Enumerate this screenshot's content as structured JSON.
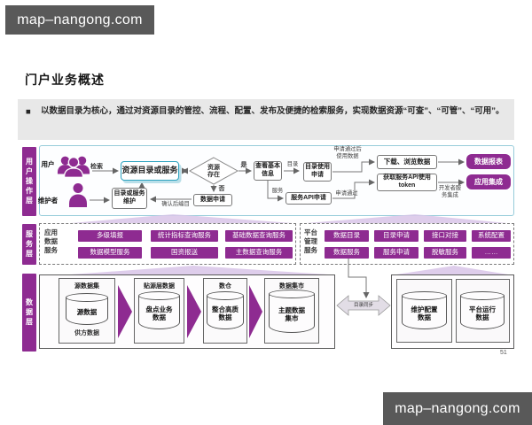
{
  "watermark": {
    "text": "map–nangong.com"
  },
  "slide": {
    "title": "门户业务概述",
    "bullet_marker": "■",
    "bullet": "以数据目录为核心，通过对资源目录的管控、流程、配置、发布及便捷的检索服务，实现数据资源“可查”、“可管”、“可用”。",
    "page_number": "51"
  },
  "layers": {
    "user": {
      "label": "用户操作层"
    },
    "service": {
      "label": "服务层"
    },
    "data": {
      "label": "数据层"
    }
  },
  "user_layer": {
    "actors": {
      "user": "用户",
      "maintainer": "维护者"
    },
    "nodes": {
      "resource_catalog": "资源目录或服务",
      "resource_exists": "资源存在",
      "view_basic_info": "查看基本信息",
      "catalog_use_apply": "目录使用申请",
      "download_browse": "下载、浏览数据",
      "get_token": "获取服务API使用token",
      "data_report": "数据报表",
      "app_integration": "应用集成",
      "data_apply": "数据申请",
      "service_api_apply": "服务API申请",
      "catalog_maintain": "目录或服务维护"
    },
    "edge_labels": {
      "search": "检索",
      "yes": "是",
      "no": "否",
      "catalog": "目录",
      "service": "服务",
      "approved_use": "申请通过后使用数据",
      "approved": "申请通过",
      "dev_integration": "开发者服务集成",
      "confirm_catalog": "确认后编目"
    }
  },
  "service_layer": {
    "app_group": {
      "label": "应用数据服务",
      "items": [
        "多级填报",
        "统计指标查询服务",
        "基础数据查询服务",
        "数据模型服务",
        "国资报送",
        "主数据查询服务"
      ]
    },
    "platform_group": {
      "label": "平台管理服务",
      "items": [
        "数据目录",
        "目录申请",
        "接口对接",
        "系统配置",
        "数据服务",
        "服务申请",
        "脱敏服务",
        "……"
      ]
    }
  },
  "data_layer": {
    "stages": [
      {
        "title": "源数据集",
        "cylinder": "源数据",
        "footer": "供方数据"
      },
      {
        "title": "贴源层数据",
        "cylinder": "盘点业务数据"
      },
      {
        "title": "数仓",
        "cylinder": "整合高质数据"
      },
      {
        "title": "数据集市",
        "cylinder": "主题数据集市"
      }
    ],
    "sync_label": "目录同步",
    "platform_stores": [
      "维护配置数据",
      "平台运行数据"
    ]
  },
  "colors": {
    "accent_purple": "#8e2b91",
    "light_purple": "#d8c4e7",
    "highlight_teal": "#2ca2bf",
    "watermark_bg": "#595959",
    "band_gray": "#e8e8e8"
  }
}
